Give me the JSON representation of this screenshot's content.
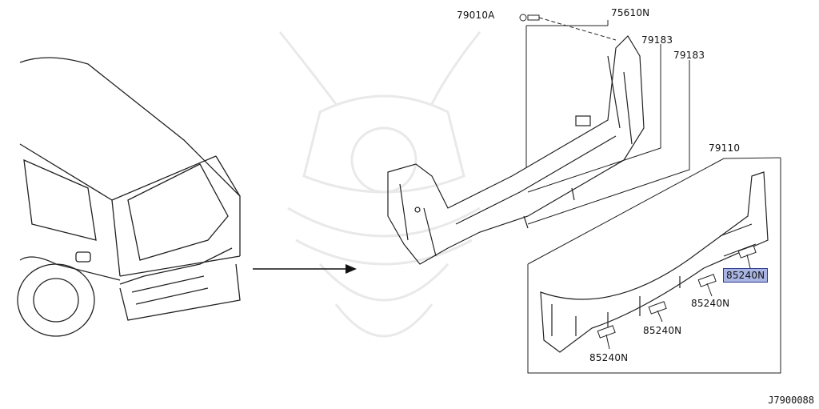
{
  "labels": {
    "bolt": "79010A",
    "upper_panel": "75610N",
    "inner_a": "79183",
    "inner_b": "79183",
    "rear_panel": "79110",
    "clip_highlighted": "85240N",
    "clip_2": "85240N",
    "clip_3": "85240N",
    "clip_4": "85240N"
  },
  "diagram_code": "J7900088",
  "highlight_color": "#a9b4e3"
}
